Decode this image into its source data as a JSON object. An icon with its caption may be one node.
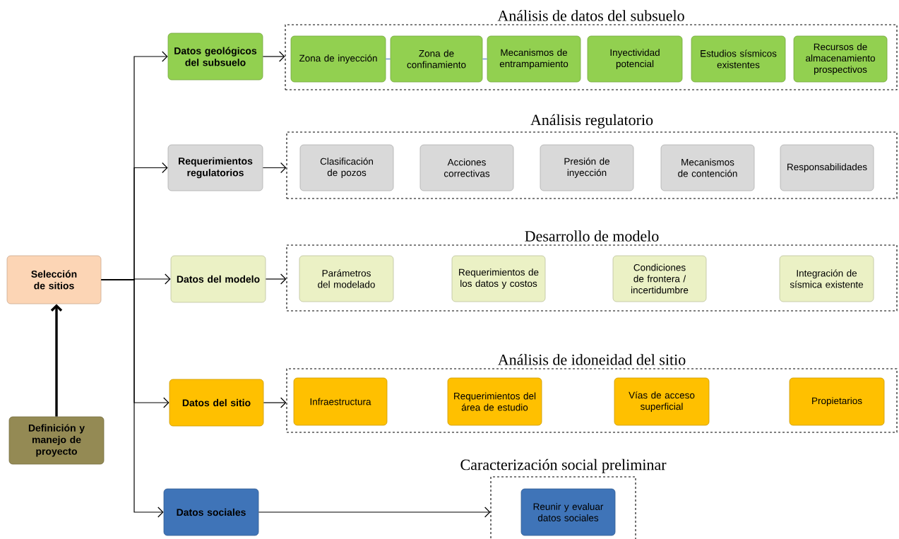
{
  "diagram": {
    "nodes": [
      {
        "text": [
          "Selección de sitios"
        ]
      },
      {
        "text": [
          "Definición y manejo de proyecto"
        ]
      },
      {
        "text": [
          "Datos geológicos del subsuelo"
        ]
      },
      {
        "text": [
          "Requerimientos regulatorios"
        ]
      },
      {
        "text": [
          "Datos del modelo"
        ]
      },
      {
        "text": [
          "Datos del sitio"
        ]
      },
      {
        "text": [
          "Datos sociales"
        ]
      },
      {
        "text": [
          "Análisis de datos del subsuelo"
        ]
      },
      {
        "text": [
          "Zona de inyección"
        ],
        "in": 7
      },
      {
        "text": [
          "Zona de confinamiento"
        ],
        "in": 7
      },
      {
        "text": [
          "Mecanismos de entrampamiento"
        ],
        "in": 7
      },
      {
        "text": [
          "Inyectividad potencial"
        ],
        "in": 7
      },
      {
        "text": [
          "Estudios sísmicos existentes"
        ],
        "in": 7
      },
      {
        "text": [
          "Recursos de almacenamiento prospectivos"
        ],
        "in": 7
      },
      {
        "text": [
          "Análisis regulatorio"
        ]
      },
      {
        "text": [
          "Clasificación de pozos"
        ],
        "in": 14
      },
      {
        "text": [
          "Acciones correctivas"
        ],
        "in": 14
      },
      {
        "text": [
          "Presión de inyección"
        ],
        "in": 14
      },
      {
        "text": [
          "Mecanismos de contención"
        ],
        "in": 14
      },
      {
        "text": [
          "Responsabilidades"
        ],
        "in": 14
      },
      {
        "text": [
          "Desarrollo de modelo"
        ]
      },
      {
        "text": [
          "Parámetros del modelado"
        ],
        "in": 20
      },
      {
        "text": [
          "Requerimientos de los datos y costos"
        ],
        "in": 20
      },
      {
        "text": [
          "Condiciones de frontera / incertidumbre"
        ],
        "in": 20
      },
      {
        "text": [
          "Integración de sísmica existente"
        ],
        "in": 20
      },
      {
        "text": [
          "Análisis de idoneidad del sitio"
        ]
      },
      {
        "text": [
          "Infraestructura"
        ],
        "in": 25
      },
      {
        "text": [
          "Requerimientos del área de estudio"
        ],
        "in": 25
      },
      {
        "text": [
          "Vías de acceso superficial"
        ],
        "in": 25
      },
      {
        "text": [
          "Propietarios"
        ],
        "in": 25
      },
      {
        "text": [
          "Caracterización social preliminar"
        ]
      },
      {
        "text": [
          "Reunir y evaluar datos sociales"
        ],
        "in": 30
      }
    ],
    "edges": [
      {
        "from": 1,
        "to": 0,
        "arrow": "to",
        "style": "thick"
      },
      {
        "from": 0,
        "to": 2,
        "arrow": "to"
      },
      {
        "from": 0,
        "to": 3,
        "arrow": "to"
      },
      {
        "from": 0,
        "to": 4,
        "arrow": "to"
      },
      {
        "from": 0,
        "to": 5,
        "arrow": "to"
      },
      {
        "from": 0,
        "to": 6,
        "arrow": "to"
      },
      {
        "from": 2,
        "to": 7,
        "arrow": "to"
      },
      {
        "from": 3,
        "to": 14,
        "arrow": "to"
      },
      {
        "from": 4,
        "to": 20,
        "arrow": "to"
      },
      {
        "from": 5,
        "to": 25,
        "arrow": "to"
      },
      {
        "from": 6,
        "to": 30,
        "arrow": "to"
      },
      {
        "from": 8,
        "to": 9,
        "arrow": "none",
        "color": "#4f81bd"
      },
      {
        "from": 9,
        "to": 10,
        "arrow": "none",
        "color": "#4f81bd"
      }
    ]
  }
}
